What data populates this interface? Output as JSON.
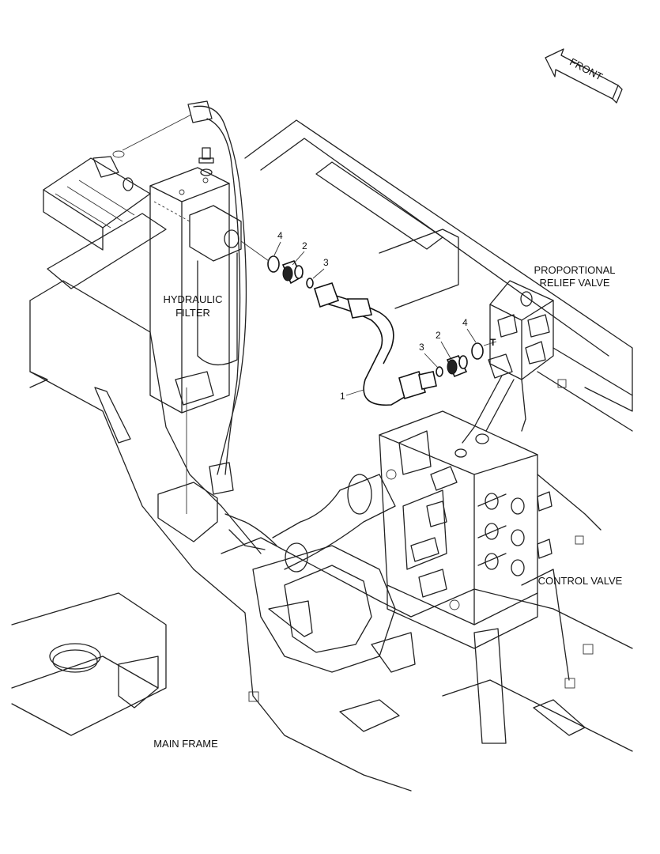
{
  "front_arrow": {
    "label": "FRONT"
  },
  "labels": {
    "hydraulic_filter_1": "HYDRAULIC",
    "hydraulic_filter_2": "FILTER",
    "relief_valve_1": "PROPORTIONAL",
    "relief_valve_2": "RELIEF VALVE",
    "control_valve": "CONTROL VALVE",
    "main_frame": "MAIN FRAME",
    "port_t": "T"
  },
  "callouts": {
    "hose": "1",
    "connector_left": "2",
    "connector_right": "2",
    "nut_left": "3",
    "nut_right": "3",
    "oring_left": "4",
    "oring_right": "4"
  }
}
